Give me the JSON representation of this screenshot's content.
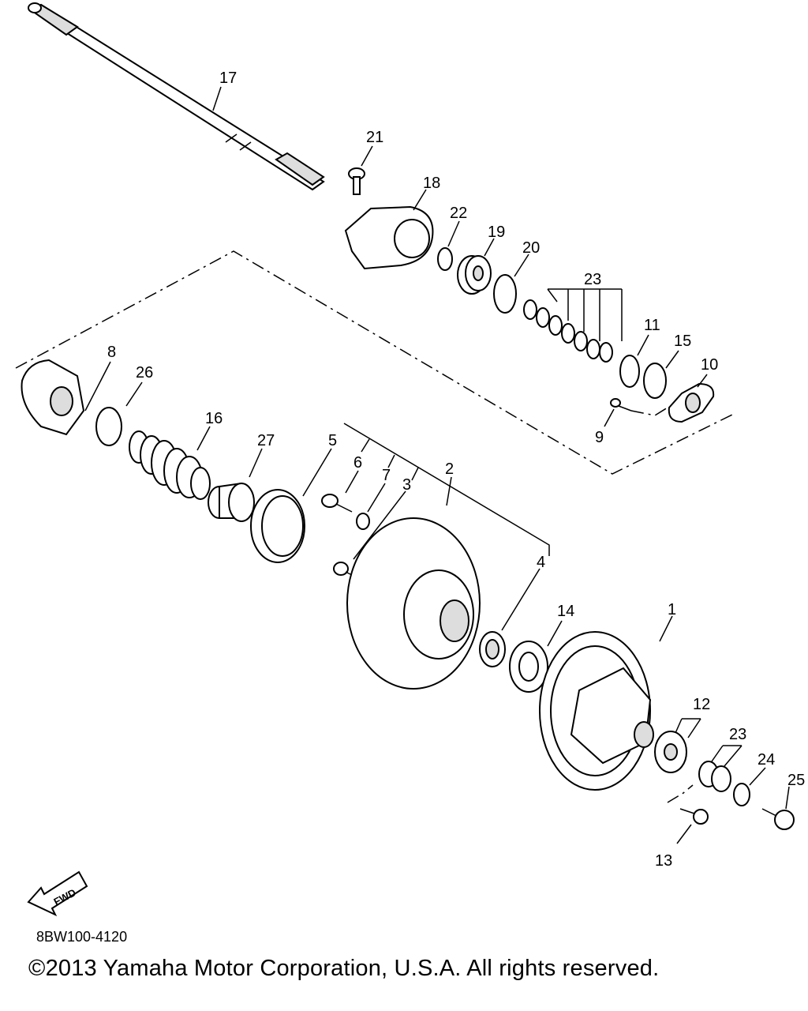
{
  "diagram": {
    "labels": {
      "l1": "1",
      "l2": "2",
      "l3": "3",
      "l4": "4",
      "l5": "5",
      "l6": "6",
      "l7": "7",
      "l8": "8",
      "l9": "9",
      "l10": "10",
      "l11": "11",
      "l12": "12",
      "l13": "13",
      "l14": "14",
      "l15": "15",
      "l16": "16",
      "l17": "17",
      "l18": "18",
      "l19": "19",
      "l20": "20",
      "l21": "21",
      "l22": "22",
      "l23a": "23",
      "l23b": "23",
      "l24": "24",
      "l25": "25",
      "l26": "26",
      "l27": "27"
    },
    "fwd_label": "FWD"
  },
  "footer": {
    "diagram_code": "8BW100-4120",
    "copyright": "©2013 Yamaha Motor Corporation, U.S.A. All rights reserved."
  }
}
